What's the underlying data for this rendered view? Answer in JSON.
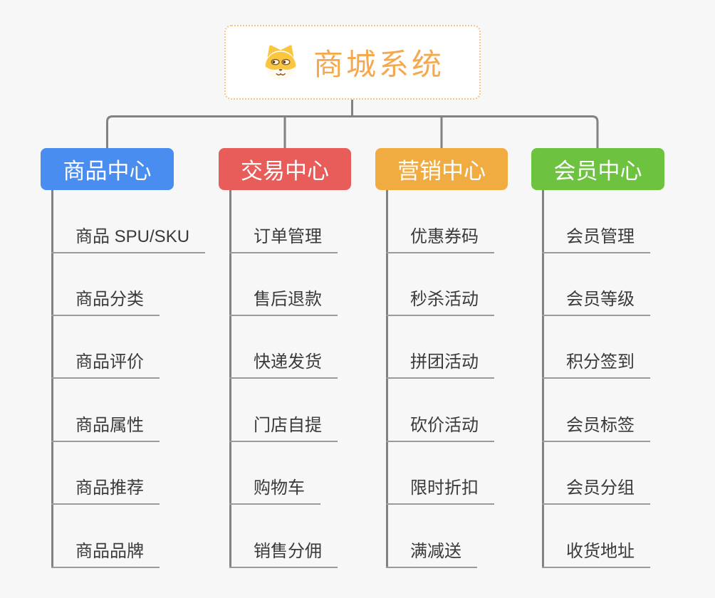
{
  "page": {
    "background": "#f7f7f7",
    "connector_color": "#828282",
    "underline_color": "#9a9a9a"
  },
  "root": {
    "label": "商城系统",
    "icon": "dog-face-icon",
    "text_color": "#f5a84e",
    "border_color": "#f6c580"
  },
  "categories": [
    {
      "label": "商品中心",
      "color": "#4a8df0",
      "children": [
        "商品 SPU/SKU",
        "商品分类",
        "商品评价",
        "商品属性",
        "商品推荐",
        "商品品牌"
      ]
    },
    {
      "label": "交易中心",
      "color": "#e85c59",
      "children": [
        "订单管理",
        "售后退款",
        "快递发货",
        "门店自提",
        "购物车",
        "销售分佣"
      ]
    },
    {
      "label": "营销中心",
      "color": "#f0ab41",
      "children": [
        "优惠券码",
        "秒杀活动",
        "拼团活动",
        "砍价活动",
        "限时折扣",
        "满减送"
      ]
    },
    {
      "label": "会员中心",
      "color": "#6dc23f",
      "children": [
        "会员管理",
        "会员等级",
        "积分签到",
        "会员标签",
        "会员分组",
        "收货地址"
      ]
    }
  ]
}
